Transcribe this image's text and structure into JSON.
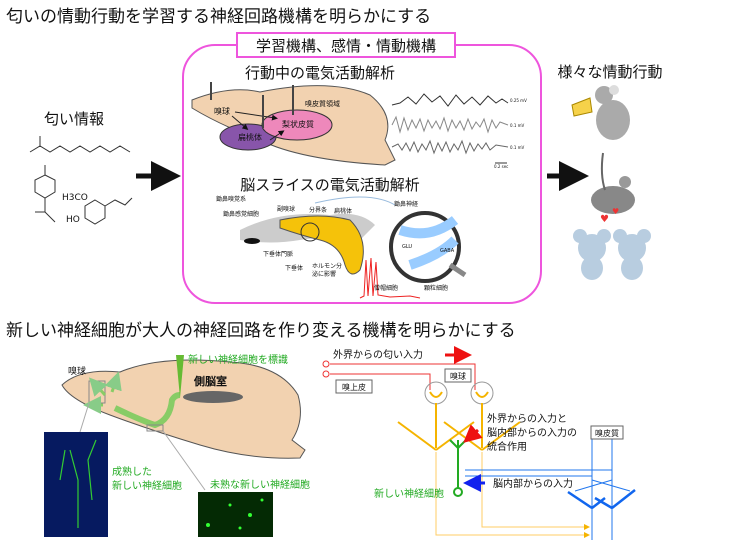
{
  "top": {
    "title": "匂いの情動行動を学習する神経回路機構を明らかにする",
    "box_label": "学習機構、感情・情動機構",
    "input_label": "匂い情報",
    "output_label": "様々な情動行動",
    "section1": {
      "title": "行動中の電気活動解析",
      "labels": [
        "嗅球",
        "扁桃体",
        "梨状皮質",
        "嗅皮質領域"
      ],
      "trace_scales": [
        "0.25 mV",
        "0.1 mV",
        "0.1 mV"
      ],
      "time_scale": "0.2 sec"
    },
    "section2": {
      "title": "脳スライスの電気活動解析",
      "labels": [
        "鋤鼻嗅覚系",
        "副嗅球",
        "分界条",
        "扁桃体",
        "鋤鼻感覚細胞",
        "下垂体門脈",
        "下垂体",
        "ホルモン分",
        "泌に影響",
        "鋤鼻神経",
        "僧帽細胞",
        "顆粒細胞",
        "GLU",
        "GABA"
      ]
    },
    "molecule_labels": [
      "H3CO",
      "HO"
    ]
  },
  "bottom": {
    "title": "新しい神経細胞が大人の神経回路を作り変える機構を明らかにする",
    "brain": {
      "olfactory_bulb": "嗅球",
      "label_marker": "新しい神経細胞を標識",
      "ventricle": "側脳室",
      "mature": [
        "成熟した",
        "新しい神経細胞"
      ],
      "immature": "未熟な新しい神経細胞"
    },
    "circuit": {
      "external_input": "外界からの匂い入力",
      "epithelium": "嗅上皮",
      "bulb": "嗅球",
      "integration": [
        "外界からの入力と",
        "脳内部からの入力の",
        "統合作用"
      ],
      "cortex": "嗅皮質",
      "internal_input": "脳内部からの入力",
      "new_neuron": "新しい神経細胞"
    }
  },
  "colors": {
    "frame": "#ee55dd",
    "mitral": "#f5b400",
    "new_neuron": "#22aa22",
    "cortex": "#2277ee",
    "input_arrow": "#ee1111",
    "brain": "#f2d2b0"
  }
}
